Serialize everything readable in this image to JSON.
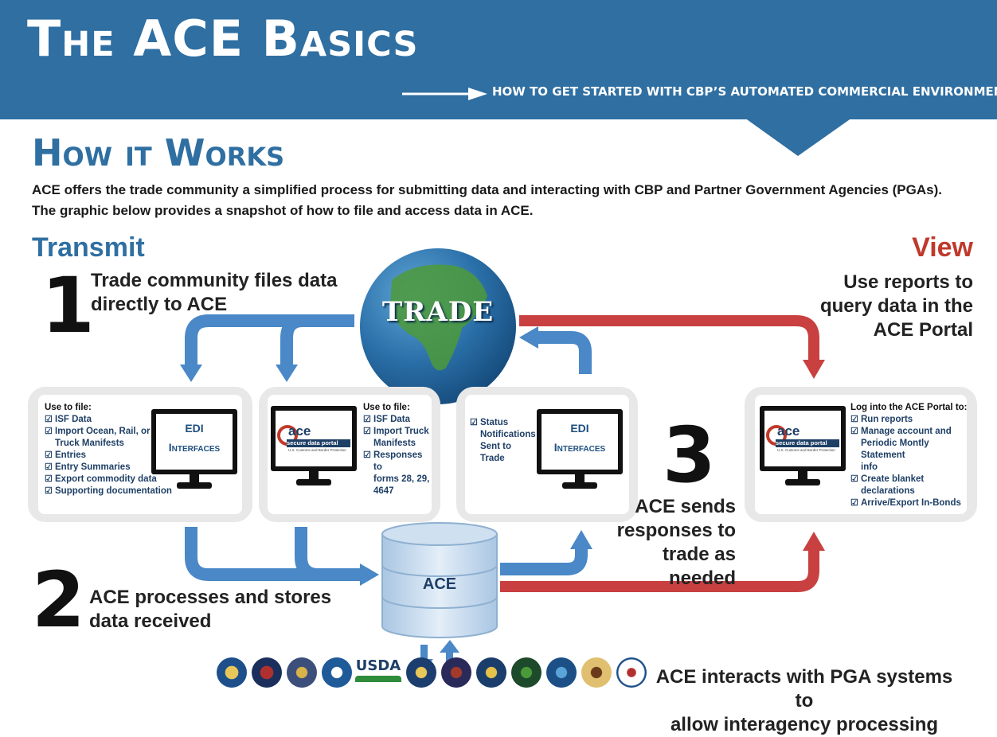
{
  "banner": {
    "title": "The ACE Basics",
    "subtitle": "HOW TO GET STARTED WITH CBP’S AUTOMATED COMMERCIAL ENVIRONMENT"
  },
  "section": {
    "title": "How it Works",
    "intro_line1": "ACE offers the trade community a simplified process for submitting data and interacting with CBP and Partner Government Agencies (PGAs).",
    "intro_line2": "The graphic below provides a snapshot of how to file and access data in ACE."
  },
  "transmit": {
    "heading": "Transmit",
    "step_number": "1",
    "step_line1": "Trade community files data",
    "step_line2": "directly to ACE"
  },
  "view": {
    "heading": "View",
    "line1": "Use reports to",
    "line2": "query data in the",
    "line3": "ACE Portal"
  },
  "globe": {
    "label": "TRADE"
  },
  "panel_edi_file": {
    "heading": "Use to file:",
    "items": [
      "ISF Data",
      "Import Ocean, Rail, or",
      "Truck Manifests",
      "Entries",
      "Entry Summaries",
      "Export commodity data",
      "Supporting documentation"
    ],
    "screen_line1": "EDI",
    "screen_line2": "Interfaces"
  },
  "panel_portal_file": {
    "heading": "Use to file:",
    "items": [
      "ISF Data",
      "Import Truck",
      "Manifests",
      "Responses to",
      "forms 28, 29,",
      "4647"
    ],
    "logo_main": "ace",
    "logo_sub": "secure data portal",
    "logo_small": "U.S. Customs and Border Protection"
  },
  "panel_edi_status": {
    "items": [
      "Status",
      "Notifications",
      "Sent to Trade"
    ],
    "screen_line1": "EDI",
    "screen_line2": "Interfaces"
  },
  "panel_portal_view": {
    "heading": "Log into the ACE Portal to:",
    "items": [
      "Run reports",
      "Manage account and",
      "Periodic Montly Statement",
      "info",
      "Create blanket declarations",
      "Arrive/Export In-Bonds"
    ],
    "logo_main": "ace",
    "logo_sub": "secure data portal",
    "logo_small": "U.S. Customs and Border Protection"
  },
  "step2": {
    "number": "2",
    "line1": "ACE processes and stores",
    "line2": "data received"
  },
  "step3": {
    "number": "3",
    "line1": "ACE sends",
    "line2": "responses to",
    "line3": "trade as needed"
  },
  "database": {
    "label": "ACE"
  },
  "pga": {
    "line1": "ACE interacts with PGA systems to",
    "line2": "allow interagency processing",
    "usda_label": "USDA"
  },
  "colors": {
    "banner_blue": "#2f6fa2",
    "arrow_blue": "#4a88c7",
    "arrow_red": "#c94040",
    "panel_gray": "#e8e8e8"
  }
}
